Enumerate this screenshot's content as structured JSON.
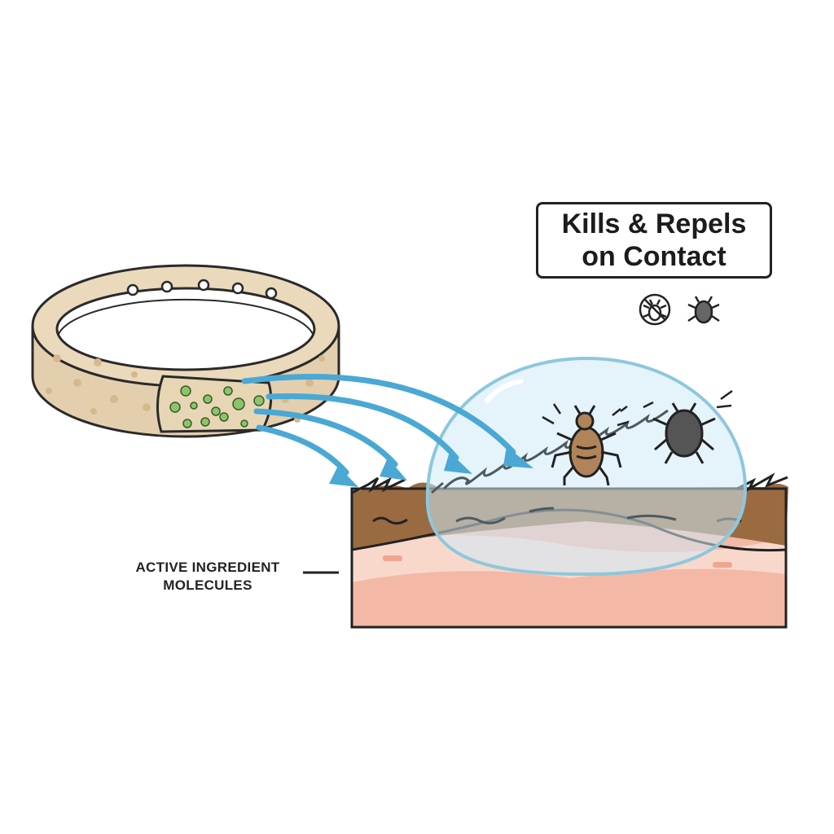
{
  "callout": {
    "line1": "Kills & Repels",
    "line2": "on Contact"
  },
  "label": {
    "line1": "ACTIVE INGREDIENT",
    "line2": "MOLECULES"
  },
  "icons": [
    "no-bug-icon",
    "tick-icon"
  ],
  "colors": {
    "collar": "#e3cfae",
    "arrow": "#4aa8d4",
    "hair": "#9a6a40",
    "skin": "#f3b9a6",
    "dome": "#cfe9f5",
    "molecule": "#8cc46a"
  }
}
